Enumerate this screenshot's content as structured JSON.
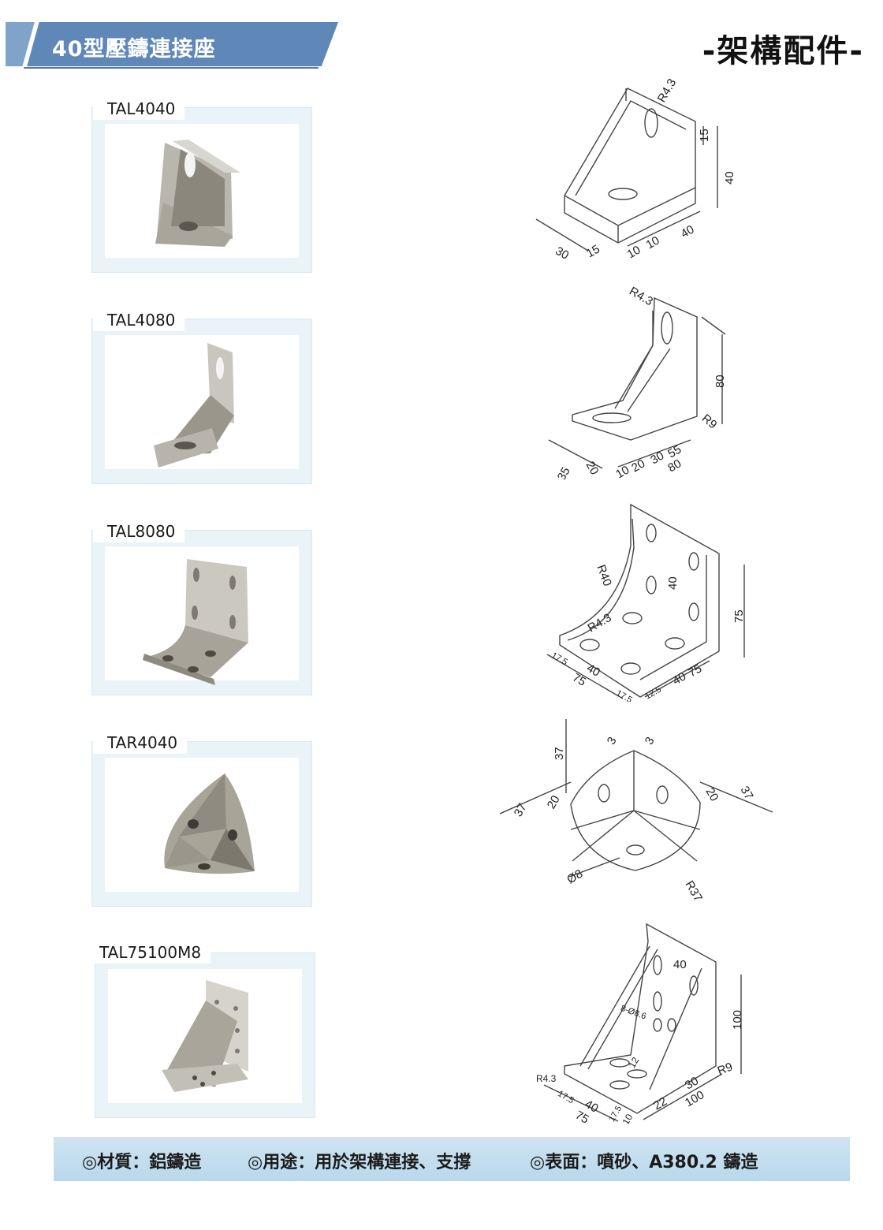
{
  "header": {
    "title": "40型壓鑄連接座",
    "category": "-架構配件-",
    "accent_color": "#5f87b7"
  },
  "products": [
    {
      "model": "TAL4040",
      "dimensions": [
        "R4.3",
        "15",
        "40",
        "30",
        "15",
        "10",
        "10",
        "40"
      ]
    },
    {
      "model": "TAL4080",
      "dimensions": [
        "R4.3",
        "80",
        "R9",
        "35",
        "20",
        "10",
        "20",
        "30",
        "55",
        "80"
      ]
    },
    {
      "model": "TAL8080",
      "dimensions": [
        "R40",
        "40",
        "75",
        "R4.3",
        "17.5",
        "40",
        "75",
        "17.5",
        "12.5",
        "40",
        "75"
      ]
    },
    {
      "model": "TAR4040",
      "dimensions": [
        "37",
        "3",
        "3",
        "37",
        "20",
        "20",
        "37",
        "Ø8",
        "R37"
      ]
    },
    {
      "model": "TAL75100M8",
      "dimensions": [
        "40",
        "8-Ø8.6",
        "100",
        "R9",
        "R4.3",
        "12",
        "17.5",
        "40",
        "75",
        "17.5",
        "10",
        "22",
        "30",
        "100"
      ]
    }
  ],
  "footer": {
    "material": "◎材質：鋁鑄造",
    "usage": "◎用途：用於架構連接、支撐",
    "surface": "◎表面：噴砂、A380.2 鑄造"
  }
}
